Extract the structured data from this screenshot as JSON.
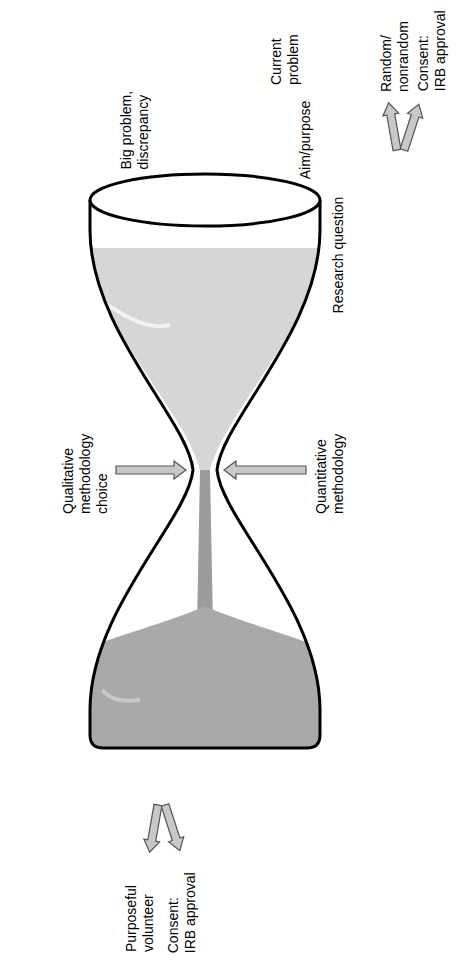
{
  "diagram": {
    "labels": [
      "Big problem, discrepancy",
      "Current problem",
      "Aim/purpose",
      "Research question",
      "Quantitative methodology",
      "Qualitative methodology choice",
      "Random/ nonrandom",
      "Consent: IRB approval",
      "Purposeful volunteer",
      "Consent: IRB approval"
    ]
  }
}
